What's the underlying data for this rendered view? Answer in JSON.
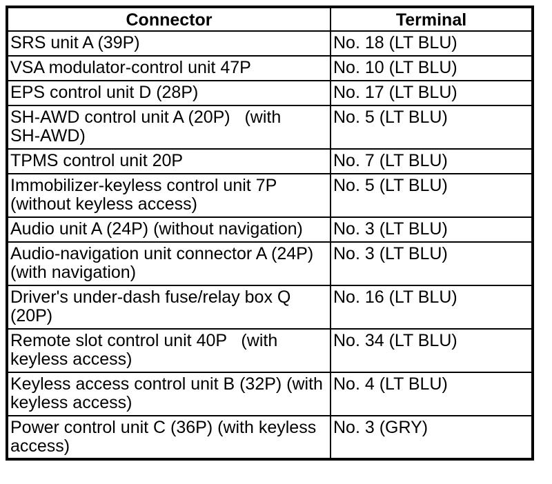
{
  "table": {
    "headers": {
      "connector": "Connector",
      "terminal": "Terminal"
    },
    "rows": [
      {
        "connector": "SRS unit A (39P)",
        "terminal": "No. 18 (LT BLU)"
      },
      {
        "connector": "VSA modulator-control unit 47P",
        "terminal": "No. 10 (LT BLU)"
      },
      {
        "connector": "EPS control unit D (28P)",
        "terminal": "No. 17 (LT BLU)"
      },
      {
        "connector": "SH-AWD control unit A (20P)   (with\nSH-AWD)",
        "terminal": "No. 5 (LT BLU)"
      },
      {
        "connector": "TPMS control unit 20P",
        "terminal": "No. 7 (LT BLU)"
      },
      {
        "connector": "Immobilizer-keyless control unit 7P\n(without keyless access)",
        "terminal": "No. 5 (LT BLU)"
      },
      {
        "connector": "Audio unit A (24P) (without navigation)",
        "terminal": "No. 3 (LT BLU)"
      },
      {
        "connector": "Audio-navigation unit connector A (24P)\n(with navigation)",
        "terminal": "No. 3 (LT BLU)"
      },
      {
        "connector": "Driver's under-dash fuse/relay box Q\n(20P)",
        "terminal": "No. 16 (LT BLU)"
      },
      {
        "connector": "Remote slot control unit 40P   (with\nkeyless access)",
        "terminal": "No. 34 (LT BLU)"
      },
      {
        "connector": "Keyless access control unit B (32P) (with\nkeyless access)",
        "terminal": "No. 4 (LT BLU)"
      },
      {
        "connector": "Power control unit C (36P) (with keyless\naccess)",
        "terminal": "No. 3 (GRY)"
      }
    ],
    "colors": {
      "border": "#000000",
      "background": "#ffffff",
      "text": "#000000"
    }
  }
}
